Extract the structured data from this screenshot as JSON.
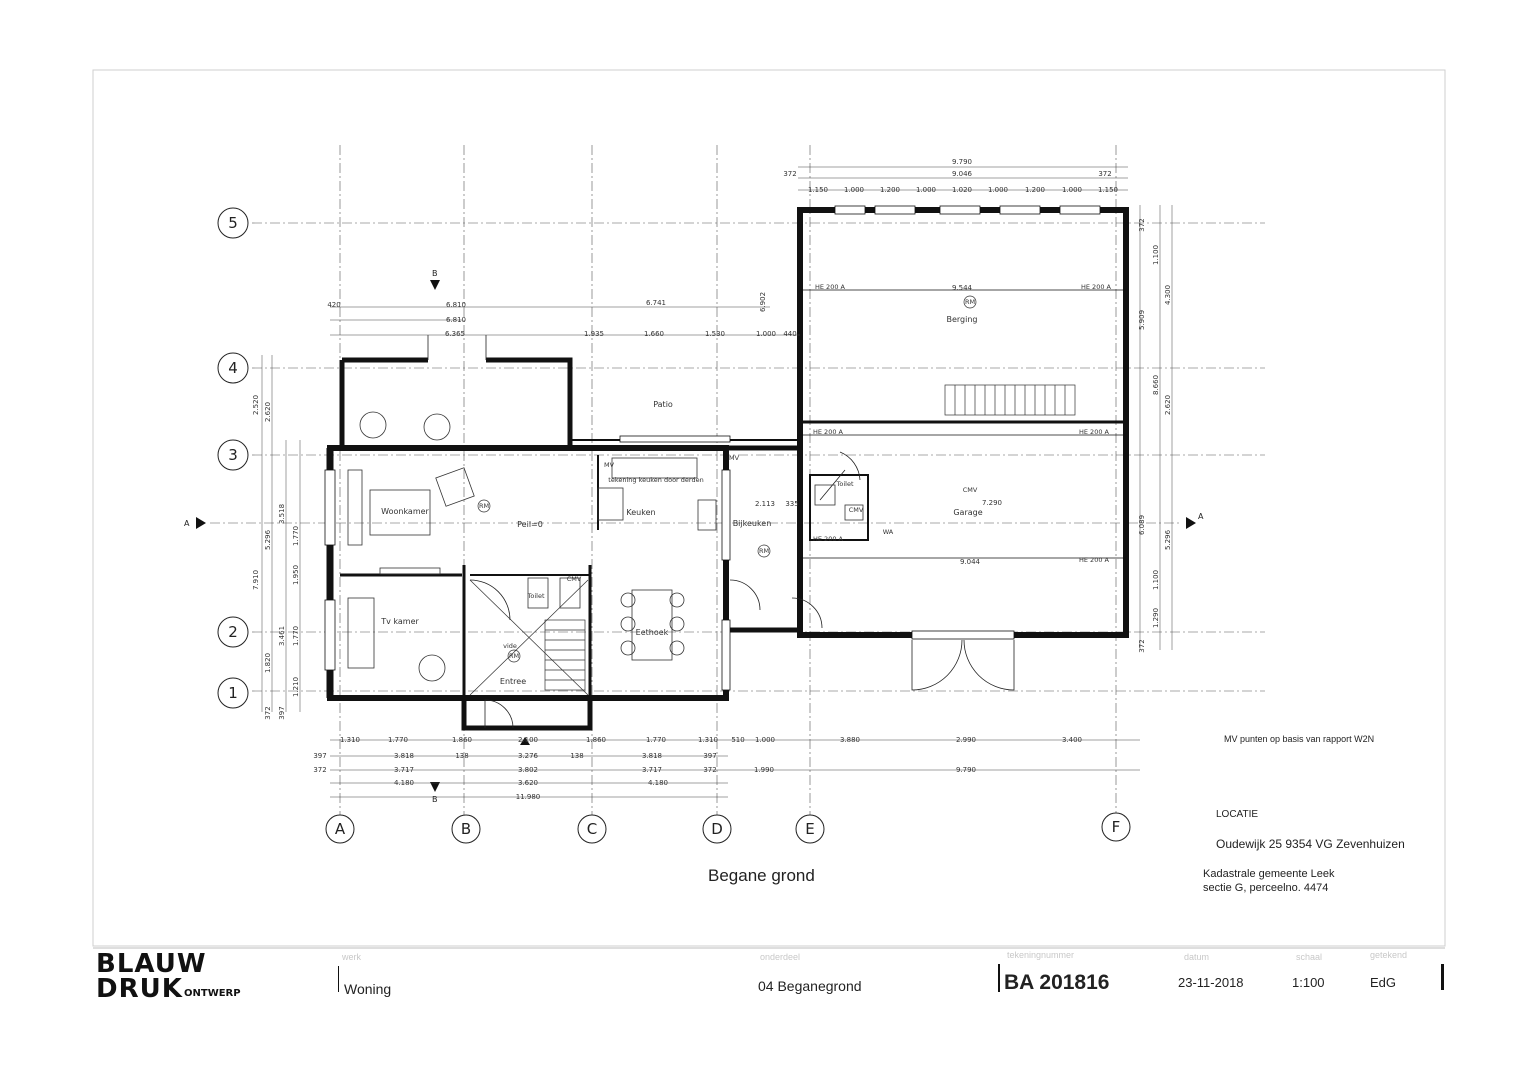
{
  "sheet": {
    "title": "Begane grond",
    "note": "MV punten op basis van rapport W2N",
    "location_heading": "LOCATIE",
    "location_address": "Oudewijk 25 9354 VG Zevenhuizen",
    "cadastral_line1": "Kadastrale gemeente Leek",
    "cadastral_line2": "sectie G, perceelno. 4474"
  },
  "grid": {
    "columns": [
      "A",
      "B",
      "C",
      "D",
      "E",
      "F"
    ],
    "rows": [
      "5",
      "4",
      "3",
      "2",
      "1"
    ]
  },
  "rooms": {
    "woonkamer": "Woonkamer",
    "tv_kamer": "Tv kamer",
    "peil": "Peil=0",
    "keuken": "Keuken",
    "eethoek": "Eethoek",
    "entree": "Entree",
    "vide": "vide",
    "toilet1": "Toilet",
    "toilet2": "Toilet",
    "bijkeuken": "Bijkeuken",
    "patio": "Patio",
    "berging": "Berging",
    "garage": "Garage",
    "wa": "WA",
    "mv": "MV",
    "cmv": "CMV",
    "rm": "RM",
    "keuken_note": "tekening keuken door derden"
  },
  "beams": {
    "he200a": "HE 200 A"
  },
  "section_marks": {
    "a": "A",
    "b": "B"
  },
  "dimensions": {
    "top_9790": "9.790",
    "top_9046": "9.046",
    "top_372": "372",
    "top_seq": [
      "1.150",
      "1.000",
      "1.200",
      "1.000",
      "1.020",
      "1.000",
      "1.200",
      "1.000",
      "1.150"
    ],
    "mid_6810": "6.810",
    "mid_6741": "6.741",
    "mid_6902": "6.902",
    "mid_420": "420",
    "mid_6365": "6.365",
    "mid_seq": [
      "1.935",
      "1.660",
      "1.530",
      "1.000",
      "440"
    ],
    "berging_9544": "9.544",
    "garage_7290": "7.290",
    "garage_9044": "9.044",
    "bijk_2113": "2.113",
    "bijk_335": "335",
    "bottom_row1": [
      "1.310",
      "1.770",
      "1.860",
      "2.100",
      "1.860",
      "1.770",
      "1.310",
      "510",
      "1.000",
      "3.880",
      "2.990",
      "3.400"
    ],
    "bottom_row2": [
      "397",
      "3.818",
      "138",
      "3.276",
      "138",
      "3.818",
      "397"
    ],
    "bottom_row3": [
      "372",
      "3.717",
      "3.802",
      "3.717",
      "372",
      "1.990",
      "9.790"
    ],
    "bottom_row4": [
      "4.180",
      "3.620",
      "4.180"
    ],
    "bottom_total": "11.980",
    "left_vertical": [
      "2.520",
      "2.620",
      "5.296",
      "7.910",
      "3.518",
      "1.770",
      "1.950",
      "3.461",
      "1.820",
      "1.770",
      "1.210",
      "372",
      "397"
    ],
    "right_vertical": [
      "372",
      "1.100",
      "4.300",
      "5.909",
      "8.660",
      "2.620",
      "6.089",
      "5.296",
      "1.100",
      "1.290",
      "372"
    ]
  },
  "titleblock": {
    "logo_line1": "BLAUW",
    "logo_line2": "DRUK",
    "logo_suffix": "ONTWERP",
    "werk_caption": "werk",
    "werk_value": "Woning",
    "onderdeel_caption": "onderdeel",
    "onderdeel_value": "04 Beganegrond",
    "tekeningnr_caption": "tekeningnummer",
    "tekeningnr_value": "BA 201816",
    "datum_caption": "datum",
    "datum_value": "23-11-2018",
    "schaal_caption": "schaal",
    "schaal_value": "1:100",
    "getekend_caption": "getekend",
    "getekend_value": "EdG"
  }
}
